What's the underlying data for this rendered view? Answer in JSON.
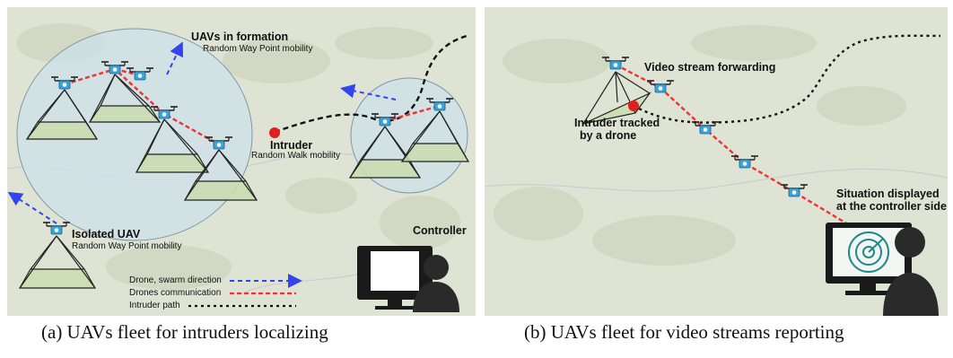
{
  "panel_a": {
    "formation_title": "UAVs in  formation",
    "formation_mobility": "Random Way Point mobility",
    "intruder_title": "Intruder",
    "intruder_mobility": "Random Walk mobility",
    "isolated_title": "Isolated UAV",
    "isolated_mobility": "Random Way Point mobility",
    "controller_label": "Controller",
    "legend": [
      {
        "label": "Drone, swarm direction",
        "color": "#3344ee",
        "style": "dashed-arrow"
      },
      {
        "label": "Drones communication",
        "color": "#ee3333",
        "style": "dashed"
      },
      {
        "label": "Intruder path",
        "color": "#111111",
        "style": "dotted"
      }
    ],
    "caption": "(a) UAVs fleet for intruders localizing"
  },
  "panel_b": {
    "video_label": "Video stream forwarding",
    "tracked_line1": "Intruder tracked",
    "tracked_line2": "by a drone",
    "situation_line1": "Situation displayed",
    "situation_line2": "at the controller side",
    "caption": "(b) UAVs fleet for video streams reporting"
  },
  "colors": {
    "map": "#dfe3d4",
    "swarm_circle": "#cfe0e6",
    "footprint": "#c9ddb0",
    "intruder": "#e02020",
    "drone_body": "#3ba3dc"
  }
}
